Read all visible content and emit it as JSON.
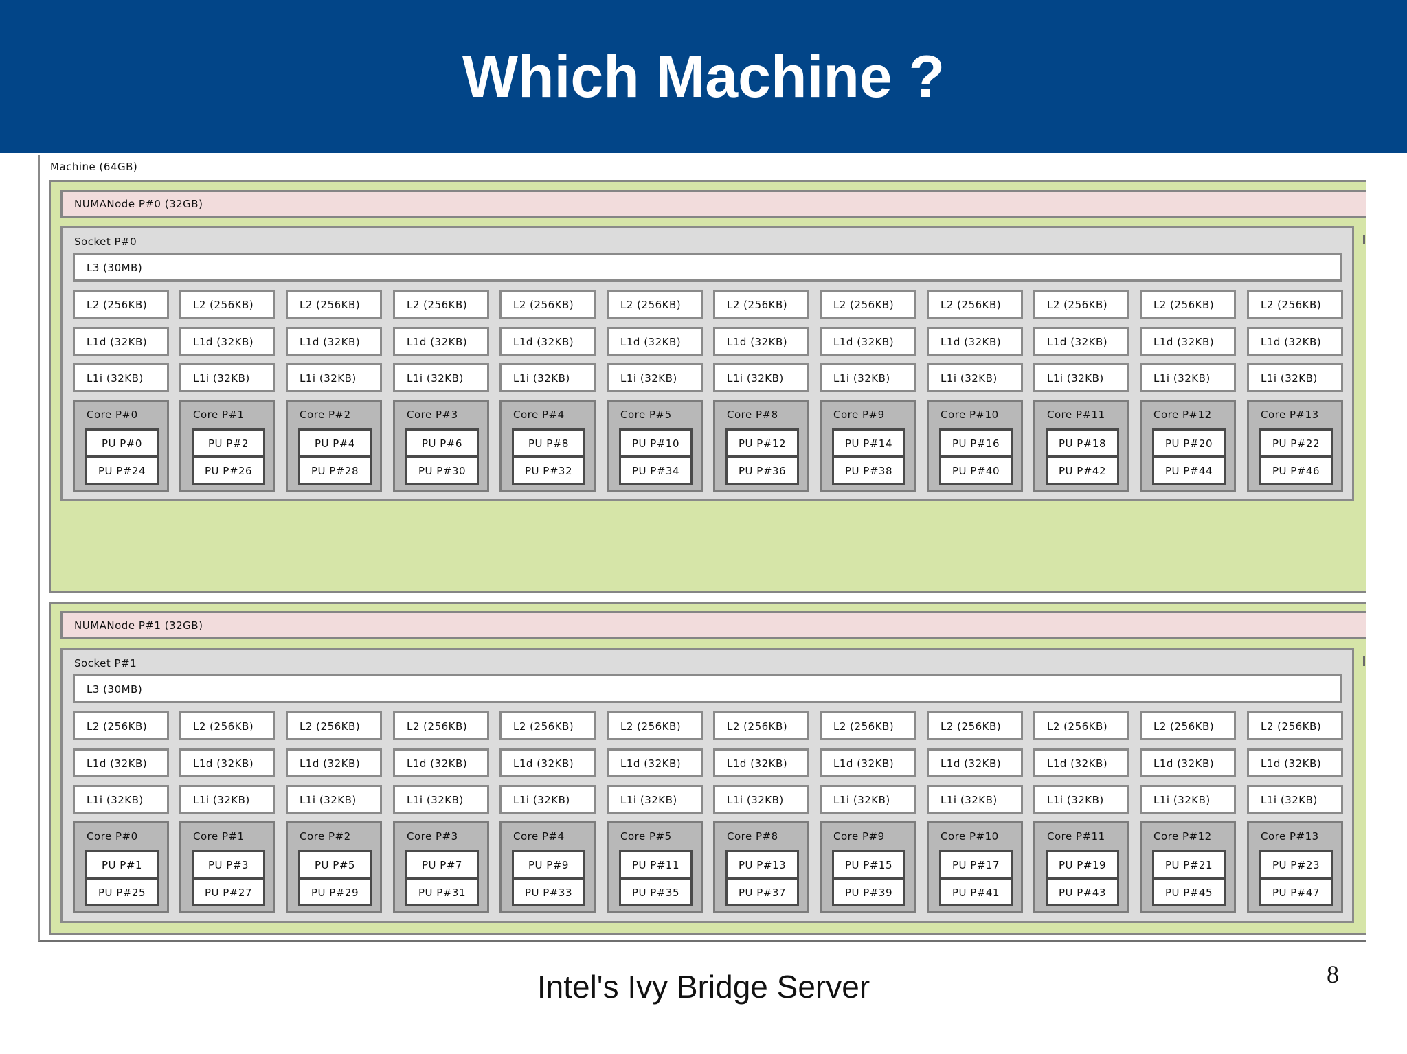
{
  "slide": {
    "title": "Which Machine ?",
    "caption": "Intel's Ivy Bridge Server",
    "page_number": "8"
  },
  "colors": {
    "header": "#024588",
    "numa_fill": "#d6e5a8",
    "numa_label_fill": "#f2dcdc",
    "socket_fill": "#dcdcdc",
    "core_fill": "#b8b8b8",
    "cache_fill": "#ffffff"
  },
  "topology": {
    "machine_label": "Machine (64GB)",
    "numa_nodes": [
      {
        "label": "NUMANode P#0 (32GB)",
        "socket_label": "Socket P#0",
        "l3_label": "L3 (30MB)",
        "l2_label": "L2 (256KB)",
        "l1d_label": "L1d (32KB)",
        "l1i_label": "L1i (32KB)",
        "cores": [
          {
            "label": "Core P#0",
            "pus": [
              "PU P#0",
              "PU P#24"
            ]
          },
          {
            "label": "Core P#1",
            "pus": [
              "PU P#2",
              "PU P#26"
            ]
          },
          {
            "label": "Core P#2",
            "pus": [
              "PU P#4",
              "PU P#28"
            ]
          },
          {
            "label": "Core P#3",
            "pus": [
              "PU P#6",
              "PU P#30"
            ]
          },
          {
            "label": "Core P#4",
            "pus": [
              "PU P#8",
              "PU P#32"
            ]
          },
          {
            "label": "Core P#5",
            "pus": [
              "PU P#10",
              "PU P#34"
            ]
          },
          {
            "label": "Core P#8",
            "pus": [
              "PU P#12",
              "PU P#36"
            ]
          },
          {
            "label": "Core P#9",
            "pus": [
              "PU P#14",
              "PU P#38"
            ]
          },
          {
            "label": "Core P#10",
            "pus": [
              "PU P#16",
              "PU P#40"
            ]
          },
          {
            "label": "Core P#11",
            "pus": [
              "PU P#18",
              "PU P#42"
            ]
          },
          {
            "label": "Core P#12",
            "pus": [
              "PU P#20",
              "PU P#44"
            ]
          },
          {
            "label": "Core P#13",
            "pus": [
              "PU P#22",
              "PU P#46"
            ]
          }
        ]
      },
      {
        "label": "NUMANode P#1 (32GB)",
        "socket_label": "Socket P#1",
        "l3_label": "L3 (30MB)",
        "l2_label": "L2 (256KB)",
        "l1d_label": "L1d (32KB)",
        "l1i_label": "L1i (32KB)",
        "cores": [
          {
            "label": "Core P#0",
            "pus": [
              "PU P#1",
              "PU P#25"
            ]
          },
          {
            "label": "Core P#1",
            "pus": [
              "PU P#3",
              "PU P#27"
            ]
          },
          {
            "label": "Core P#2",
            "pus": [
              "PU P#5",
              "PU P#29"
            ]
          },
          {
            "label": "Core P#3",
            "pus": [
              "PU P#7",
              "PU P#31"
            ]
          },
          {
            "label": "Core P#4",
            "pus": [
              "PU P#9",
              "PU P#33"
            ]
          },
          {
            "label": "Core P#5",
            "pus": [
              "PU P#11",
              "PU P#35"
            ]
          },
          {
            "label": "Core P#8",
            "pus": [
              "PU P#13",
              "PU P#37"
            ]
          },
          {
            "label": "Core P#9",
            "pus": [
              "PU P#15",
              "PU P#39"
            ]
          },
          {
            "label": "Core P#10",
            "pus": [
              "PU P#17",
              "PU P#41"
            ]
          },
          {
            "label": "Core P#11",
            "pus": [
              "PU P#19",
              "PU P#43"
            ]
          },
          {
            "label": "Core P#12",
            "pus": [
              "PU P#21",
              "PU P#45"
            ]
          },
          {
            "label": "Core P#13",
            "pus": [
              "PU P#23",
              "PU P#47"
            ]
          }
        ]
      }
    ]
  }
}
